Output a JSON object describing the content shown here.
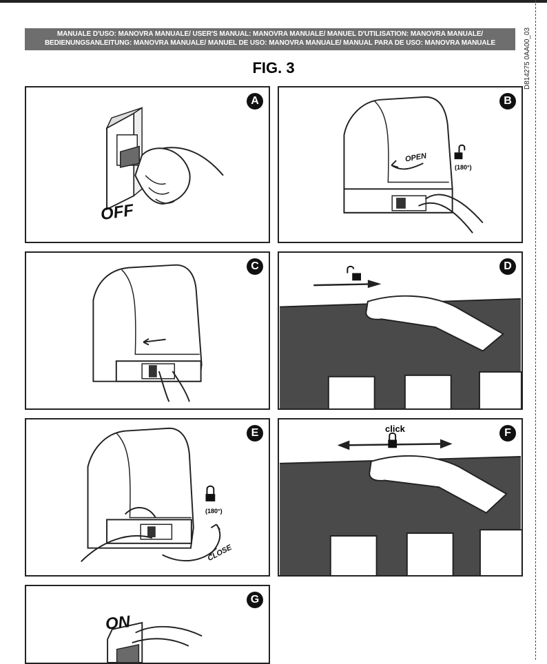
{
  "document": {
    "code": "D814275 0AA00_03",
    "banner": "MANUALE D'USO: MANOVRA MANUALE/ USER'S MANUAL: MANOVRA MANUALE/ MANUEL D'UTILISATION: MANOVRA MANUALE/ BEDIENUNGSANLEITUNG: MANOVRA MANUALE/ MANUEL DE USO: MANOVRA MANUALE/ MANUAL PARA DE USO: MANOVRA MANUALE",
    "figure_title": "FIG. 3"
  },
  "panels": {
    "a": {
      "letter": "A",
      "label": "OFF"
    },
    "b": {
      "letter": "B",
      "label": "OPEN",
      "angle": "(180°)"
    },
    "c": {
      "letter": "C"
    },
    "d": {
      "letter": "D"
    },
    "e": {
      "letter": "E",
      "label": "CLOSE",
      "angle": "(180°)"
    },
    "f": {
      "letter": "F",
      "label": "click"
    },
    "g": {
      "letter": "G",
      "label": "ON"
    }
  }
}
